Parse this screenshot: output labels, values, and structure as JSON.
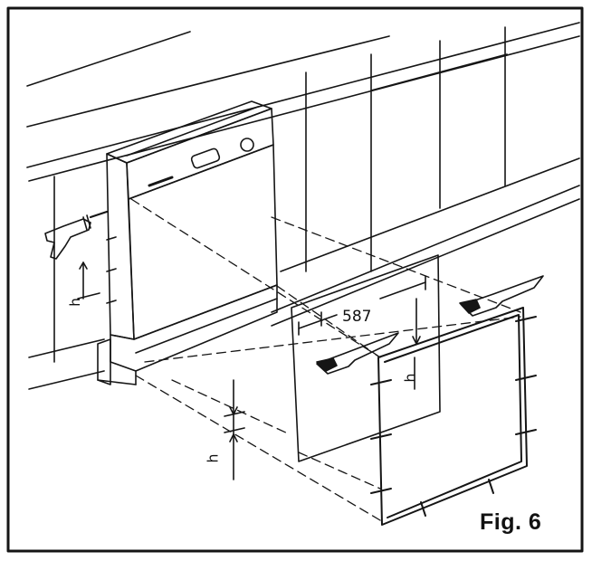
{
  "figure": {
    "label": "Fig. 6",
    "dimension_width": "587",
    "height_symbol": "h"
  },
  "colors": {
    "line": "#151515",
    "background": "#ffffff"
  },
  "icons": {
    "drill": "drill-icon",
    "bracket": "mounting-bracket-icon"
  }
}
